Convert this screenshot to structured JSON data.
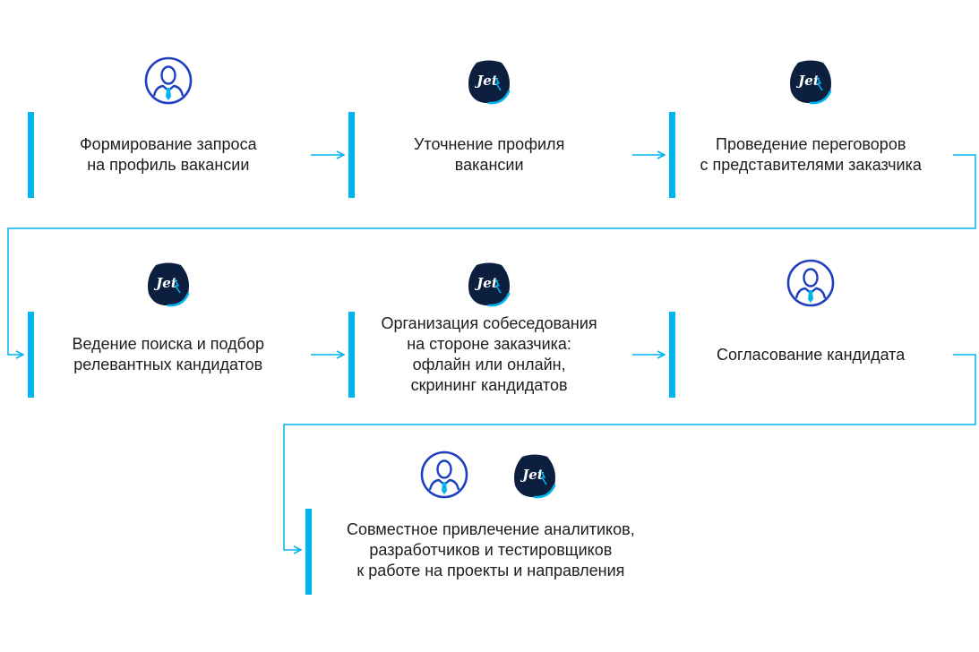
{
  "colors": {
    "accent": "#00b4f0",
    "user_icon": "#1e3fbf",
    "jet_bg": "#0c1f3f"
  },
  "icons": {
    "user": "user-icon",
    "jet": "jet-logo-icon"
  },
  "steps": [
    {
      "lines": [
        "Формирование запроса",
        "на профиль вакансии"
      ],
      "icons": [
        "user"
      ]
    },
    {
      "lines": [
        "Уточнение профиля",
        "вакансии"
      ],
      "icons": [
        "jet"
      ]
    },
    {
      "lines": [
        "Проведение переговоров",
        "с представителями заказчика"
      ],
      "icons": [
        "jet"
      ]
    },
    {
      "lines": [
        "Ведение поиска и подбор",
        "релевантных кандидатов"
      ],
      "icons": [
        "jet"
      ]
    },
    {
      "lines": [
        "Организация собеседования",
        "на стороне заказчика:",
        "офлайн или онлайн,",
        "скрининг кандидатов"
      ],
      "icons": [
        "jet"
      ]
    },
    {
      "lines": [
        "Согласование кандидата"
      ],
      "icons": [
        "user"
      ]
    },
    {
      "lines": [
        "Совместное привлечение аналитиков,",
        "разработчиков и тестировщиков",
        "к работе на проекты и направления"
      ],
      "icons": [
        "user",
        "jet"
      ]
    }
  ]
}
